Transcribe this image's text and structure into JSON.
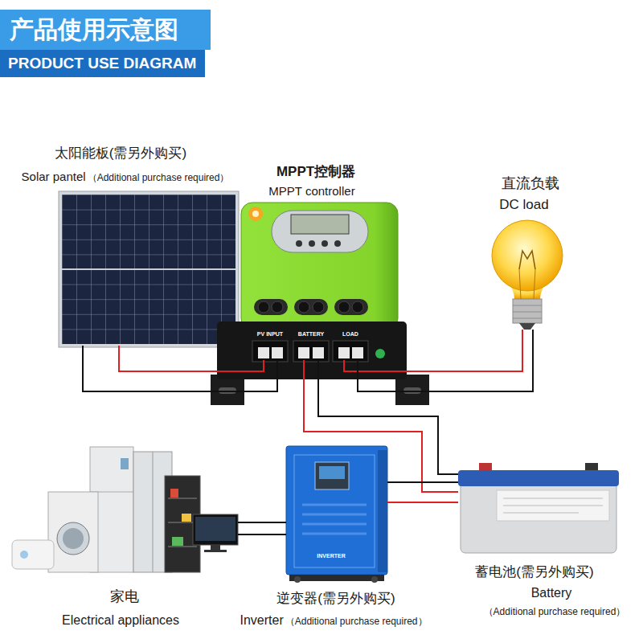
{
  "diagram": {
    "title": "产品使用示意图",
    "nodes": [
      {
        "text": [
          "太阳能板(需另外购买)",
          "Solar pantel",
          "（Additional purchase required）"
        ]
      },
      {
        "text": [
          "MPPT控制器",
          "MPPT controller"
        ]
      },
      {
        "text": [
          "直流负载",
          "DC load"
        ]
      },
      {
        "text": [
          "家电",
          "Electrical appliances"
        ]
      },
      {
        "text": [
          "逆变器(需另外购买)",
          "Inverter",
          "（Additional purchase required）"
        ]
      },
      {
        "text": [
          "蓄电池(需另外购买)",
          "Battery",
          "（Additional purchase required）"
        ]
      }
    ],
    "edges": [
      {
        "from": 0,
        "to": 1,
        "arrow": "none"
      },
      {
        "from": 1,
        "to": 2,
        "arrow": "none"
      },
      {
        "from": 1,
        "to": 5,
        "arrow": "none"
      },
      {
        "from": 5,
        "to": 4,
        "arrow": "none"
      },
      {
        "from": 4,
        "to": 3,
        "arrow": "none"
      }
    ],
    "labels": [
      "PRODUCT USE DIAGRAM",
      "PV INPUT",
      "BATTERY",
      "LOAD",
      "INVERTER"
    ]
  }
}
